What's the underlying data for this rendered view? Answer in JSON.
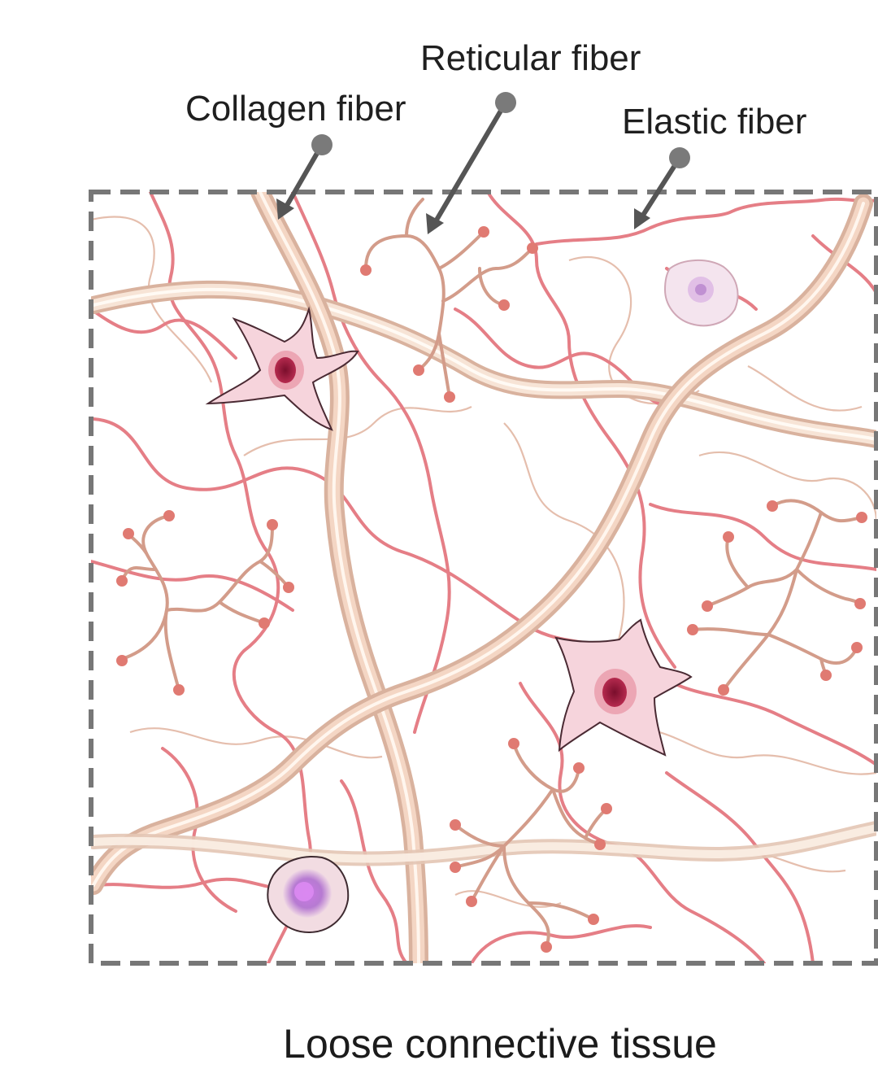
{
  "labels": {
    "collagen": "Collagen fiber",
    "reticular": "Reticular fiber",
    "elastic": "Elastic fiber"
  },
  "caption": "Loose connective tissue",
  "colors": {
    "elastic_fiber": "#e57e86",
    "collagen_fiber": "#efc9b3",
    "reticular_fiber": "#d39c8a",
    "reticular_tip": "#e07a72",
    "cell_body": "#f6d4dc",
    "cell_nucleus": "#a81c44",
    "frame": "#777777",
    "pointer": "#555555"
  }
}
